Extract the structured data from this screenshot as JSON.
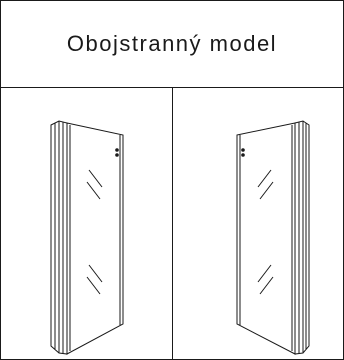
{
  "header": {
    "title": "Obojstranný model"
  },
  "panels": [
    {
      "orientation": "hinge-left",
      "icon": "glass-door-panel-icon"
    },
    {
      "orientation": "hinge-right",
      "icon": "glass-door-panel-icon"
    }
  ],
  "colors": {
    "line": "#1a1a1a",
    "background": "#ffffff"
  }
}
